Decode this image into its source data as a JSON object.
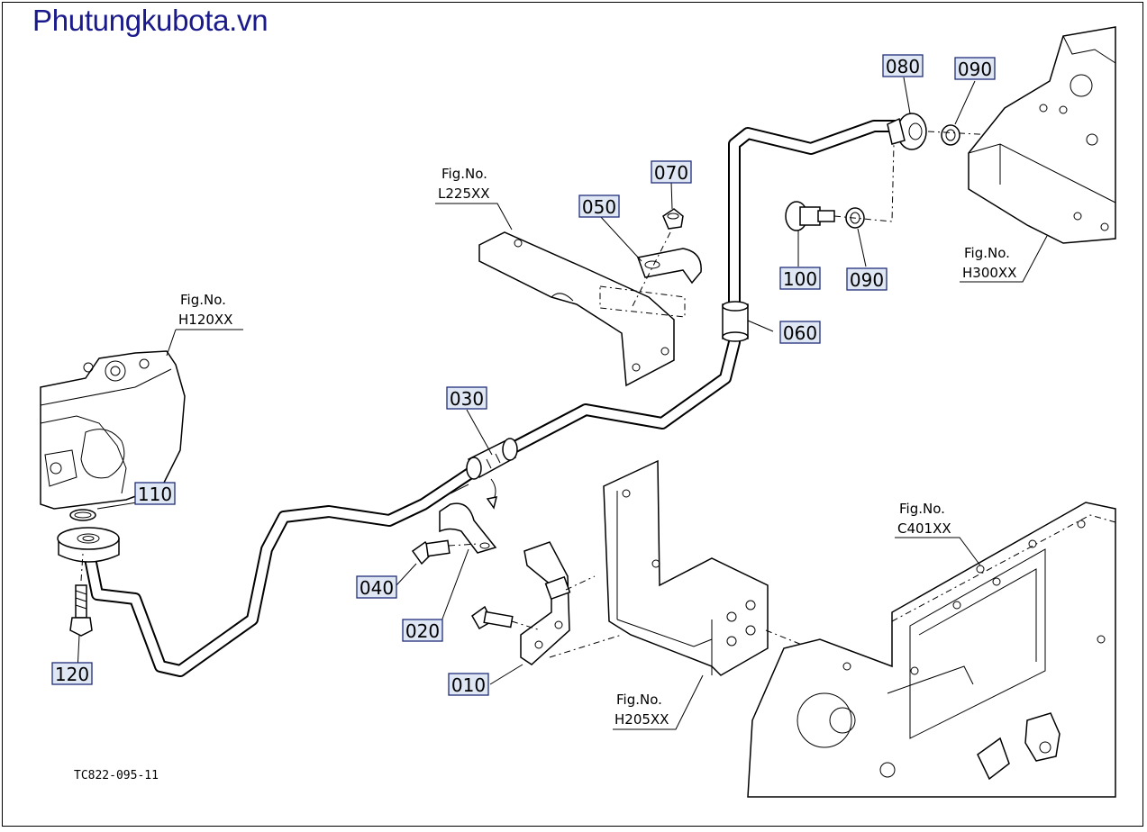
{
  "site": {
    "name": "Phutungkubota.vn"
  },
  "colors": {
    "watermark": "#1a1a8c",
    "label_box": "#dfe6f4"
  },
  "parts": {
    "p010": "010",
    "p020": "020",
    "p030": "030",
    "p040": "040",
    "p050": "050",
    "p060": "060",
    "p070": "070",
    "p080": "080",
    "p090a": "090",
    "p090b": "090",
    "p100": "100",
    "p110": "110",
    "p120": "120"
  },
  "figs": {
    "h120": {
      "label": "Fig.No.",
      "code": "H120XX"
    },
    "l225": {
      "label": "Fig.No.",
      "code": "L225XX"
    },
    "h300": {
      "label": "Fig.No.",
      "code": "H300XX"
    },
    "c401": {
      "label": "Fig.No.",
      "code": "C401XX"
    },
    "h205": {
      "label": "Fig.No.",
      "code": "H205XX"
    }
  },
  "drawing_code": "TC822-095-11"
}
